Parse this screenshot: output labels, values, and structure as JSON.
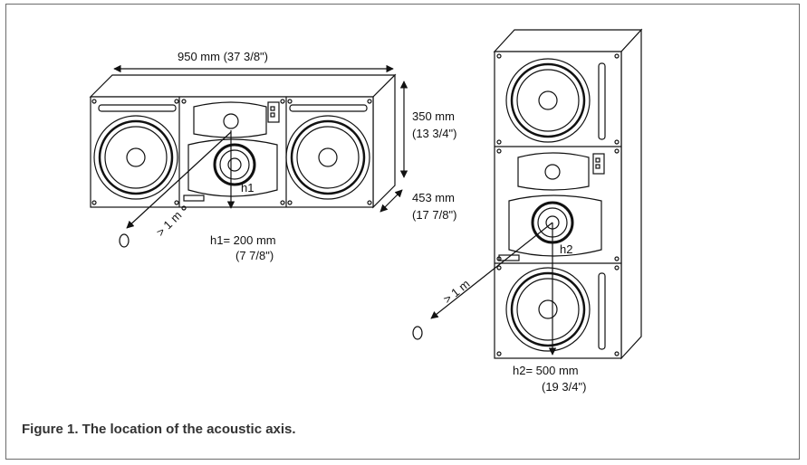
{
  "labels": {
    "width_dim": "950 mm (37 3/8\")",
    "height_dim_mm": "350 mm",
    "height_dim_in": "(13 3/4\")",
    "depth_dim_mm": "453 mm",
    "depth_dim_in": "(17 7/8\")",
    "h1": "h1",
    "h1_value_mm": "h1= 200 mm",
    "h1_value_in": "(7 7/8\")",
    "distance_horizontal": "> 1 m",
    "h2": "h2",
    "h2_value_mm": "h2= 500 mm",
    "h2_value_in": "(19 3/4\")",
    "distance_vertical": "> 1 m"
  },
  "caption": "Figure 1. The location of the acoustic axis."
}
